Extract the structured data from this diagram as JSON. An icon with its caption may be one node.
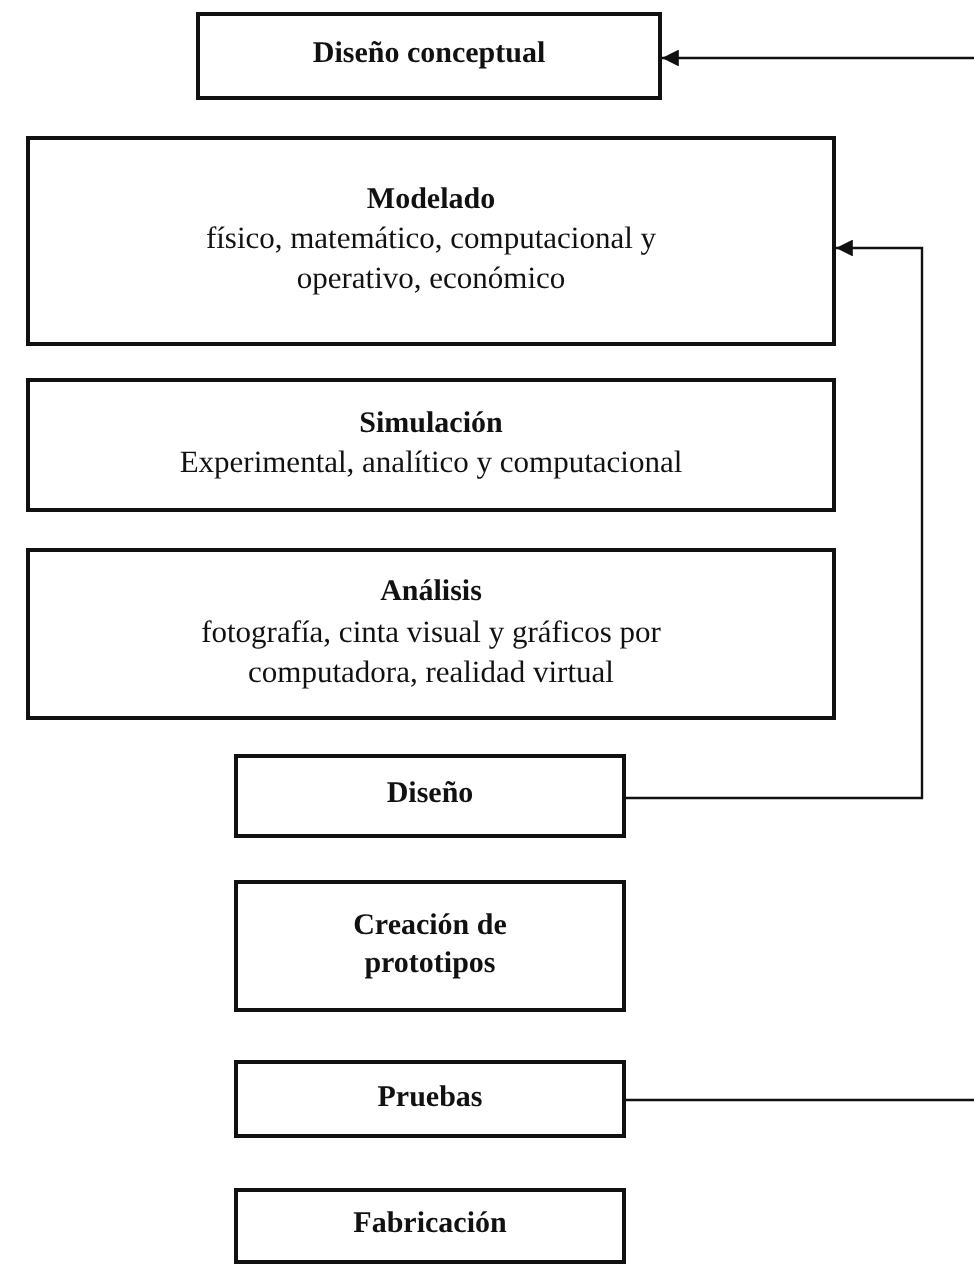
{
  "diagram": {
    "nodes": [
      {
        "text": [
          "Diseño conceptual"
        ]
      },
      {
        "text": [
          "Modelado",
          "físico, matemático, computacional y operativo, económico"
        ]
      },
      {
        "text": [
          "Simulación",
          "Experimental, analítico y computacional"
        ]
      },
      {
        "text": [
          "Análisis",
          "fotografía, cinta visual y gráficos por computadora, realidad virtual"
        ]
      },
      {
        "text": [
          "Diseño"
        ]
      },
      {
        "text": [
          "Creación de prototipos"
        ]
      },
      {
        "text": [
          "Pruebas"
        ]
      },
      {
        "text": [
          "Fabricación"
        ]
      }
    ],
    "edges": [
      {
        "from": 4,
        "to": 1,
        "arrow": "to"
      },
      {
        "from": 6,
        "to": null,
        "arrow": "none"
      },
      {
        "from": null,
        "to": 0,
        "arrow": "to"
      }
    ]
  }
}
